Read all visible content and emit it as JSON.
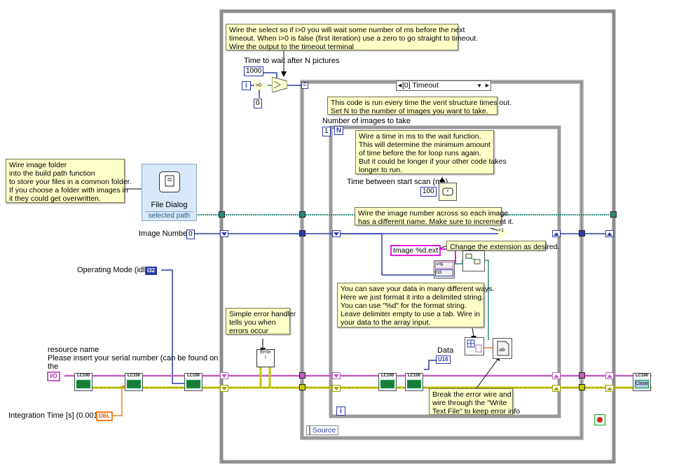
{
  "notes": {
    "select_note": "Wire the select so if i>0 you will wait some number of ms before the next\ntimeout. When i>0 is false (first iteration) use a zero to go straight to timeout.\nWire the output to the timeout terminal",
    "event_note": "This code is run every time the vent structure times out.\nSet N to the number of images you want to take.",
    "image_folder_note": "Wire image folder\ninto the build path function\nto store your files in a common folder.\nIf you choose a folder with images in\nit they could get overwritten.",
    "wait_note": "Wire a time in ms to the wait function.\nThis will determine the minimum amount\nof time before the for loop runs again.\nBut it could be longer if your other code takes\nlonger to run.",
    "image_number_note": "Wire the image number across so each image\nhas a different name. Make sure to increment it.",
    "extension_note": "Change the extension as desired.",
    "format_note": "You can save your data in many different ways.\nHere we just format it into a delimited string.\nYou can use \"%d\" for the format string.\nLeave delimiter empty to use a tab. Wire in\nyour data to the array input.",
    "error_handler_note": "Simple error handler\ntells you when\nerrors occur",
    "error_wire_note": "Break the error wire and\nwire through the \"Write\nText File\" to keep error info"
  },
  "labels": {
    "time_to_wait": "Time to wait after N pictures",
    "number_of_images": "Number of images to take",
    "time_between_scan": "Time between start scan (ms)",
    "image_number": "Image Number",
    "operating_mode": "Operating Mode (idle)",
    "resource_name": "resource name\nPlease insert your serial number (can be found on\nthe",
    "integration_time": "Integration Time [s] (0.00105)",
    "data": "Data",
    "file_dialog": "File Dialog",
    "selected_path": "selected path",
    "event_case": "[0] Timeout",
    "source": "Source"
  },
  "constants": {
    "wait_time": "1000",
    "zero_const": "0",
    "image_number_value": "0",
    "n_value": "1",
    "scan_time": "100",
    "filename_format": "Image %d.ext",
    "operating_mode_type": "I32",
    "resource_type": "I/O",
    "integration_type": "DBL",
    "data_type": "U16",
    "iteration": "i",
    "count": "N"
  },
  "vi_labels": {
    "lc100": "LC100",
    "close": "Close"
  },
  "colors": {
    "blue_wire": "#2b3ba8",
    "pink_wire": "#c060c0",
    "error_wire": "#c8c800",
    "teal_wire": "#2a8a7a",
    "orange_wire": "#f08020",
    "note_bg": "#ffffc8",
    "structure_gray": "#8c8c8c"
  }
}
